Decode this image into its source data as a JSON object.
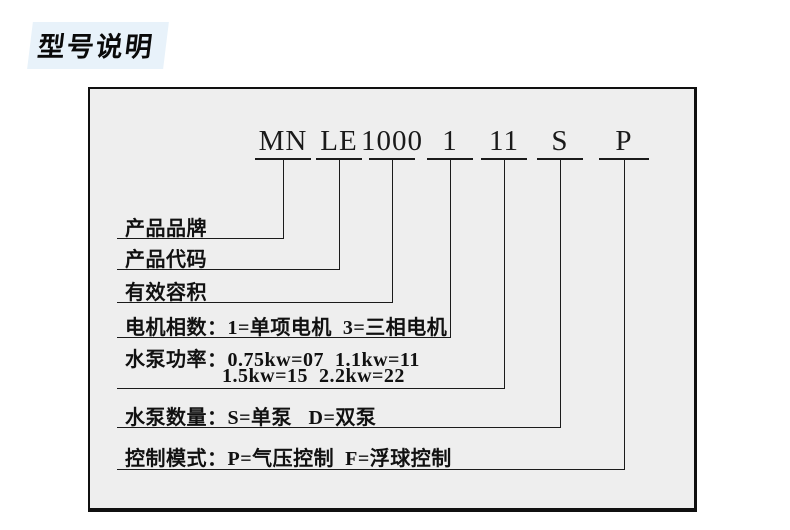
{
  "page": {
    "title": "型号说明",
    "highlight_color": "#e8f2fa",
    "box_background_color": "#eeeeee",
    "line_color": "#1a1a1a"
  },
  "model_code": {
    "full": "MN LE 1000 1 11 S P",
    "segments": [
      "MN",
      "LE",
      "1000",
      "1",
      "11",
      "S",
      "P"
    ]
  },
  "legend_rows": [
    {
      "label": "产品品牌"
    },
    {
      "label": "产品代码"
    },
    {
      "label": "有效容积"
    },
    {
      "label": "电机相数：1=单项电机  3=三相电机"
    },
    {
      "label": "水泵功率：0.75kw=07  1.1kw=11",
      "label_line2": "1.5kw=15  2.2kw=22"
    },
    {
      "label": "水泵数量：S=单泵   D=双泵"
    },
    {
      "label": "控制模式：P=气压控制  F=浮球控制"
    }
  ]
}
